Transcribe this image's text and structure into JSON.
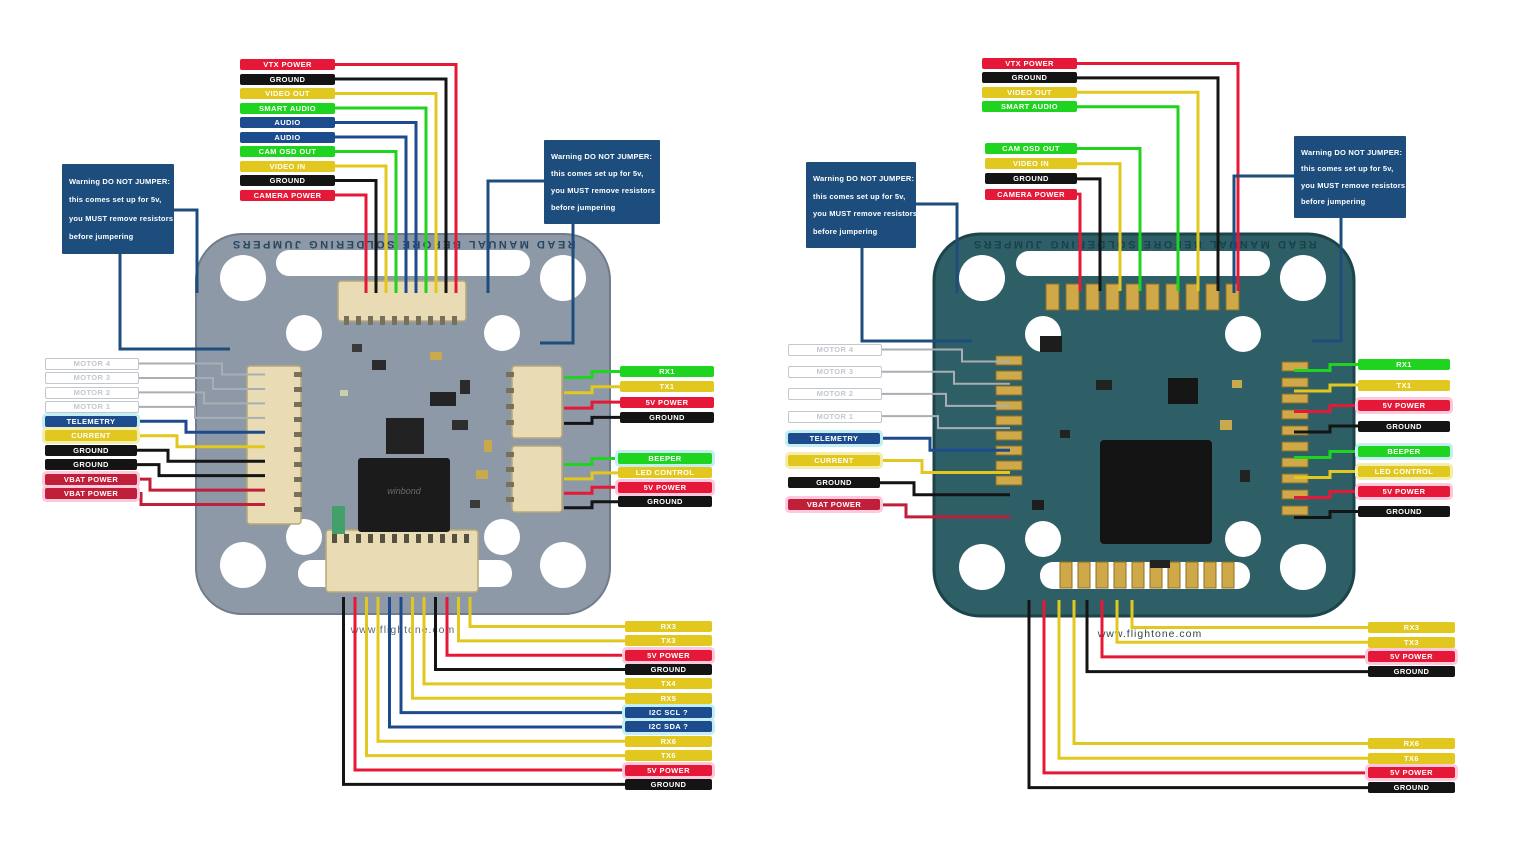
{
  "warning_lines": [
    "Warning DO NOT JUMPER:",
    "this comes set up for 5v,",
    "you MUST remove resistors",
    "before jumpering"
  ],
  "silkscreen": "READ MANUAL BEFORE SOLDERING JUMPERS",
  "watermark": "www.flightone.com",
  "chip_label": "winbond",
  "colors": {
    "red": "#e51937",
    "crimson": "#c01f3a",
    "yellow": "#e2c81e",
    "green": "#1fd41f",
    "blue": "#1c4b8e",
    "black": "#141414",
    "motor_wire": "#a9aeb5",
    "warning_navy": "#1d4d7c",
    "board_left_pcb": "#8d99a6",
    "board_right_pcb": "#2f5f66",
    "pad_gold": "#cfa84a",
    "connector_beige": "#e9dcb4"
  },
  "boards": [
    {
      "name": "left board (connector version)",
      "groups": {
        "top": [
          {
            "label": "VTX POWER",
            "color": "red"
          },
          {
            "label": "GROUND",
            "color": "black"
          },
          {
            "label": "VIDEO OUT",
            "color": "yellow"
          },
          {
            "label": "SMART AUDIO",
            "color": "green"
          },
          {
            "label": "AUDIO",
            "color": "blue"
          },
          {
            "label": "AUDIO",
            "color": "blue"
          },
          {
            "label": "CAM OSD OUT",
            "color": "green"
          },
          {
            "label": "VIDEO IN",
            "color": "yellow"
          },
          {
            "label": "GROUND",
            "color": "black"
          },
          {
            "label": "CAMERA POWER",
            "color": "red"
          }
        ],
        "left": [
          {
            "label": "MOTOR 4",
            "color": "motor"
          },
          {
            "label": "MOTOR 3",
            "color": "motor"
          },
          {
            "label": "MOTOR 2",
            "color": "motor"
          },
          {
            "label": "MOTOR 1",
            "color": "motor"
          },
          {
            "label": "TELEMETRY",
            "color": "blue",
            "glow": "cyan"
          },
          {
            "label": "CURRENT",
            "color": "yellow",
            "glow": "yellow"
          },
          {
            "label": "GROUND",
            "color": "black"
          },
          {
            "label": "GROUND",
            "color": "black"
          },
          {
            "label": "VBAT POWER",
            "color": "crimson",
            "glow": "pink"
          },
          {
            "label": "VBAT POWER",
            "color": "crimson",
            "glow": "pink"
          }
        ],
        "right_a": [
          {
            "label": "RX1",
            "color": "green"
          },
          {
            "label": "TX1",
            "color": "yellow"
          },
          {
            "label": "5V POWER",
            "color": "red"
          },
          {
            "label": "GROUND",
            "color": "black"
          }
        ],
        "right_b": [
          {
            "label": "BEEPER",
            "color": "green",
            "glow": "cyan"
          },
          {
            "label": "LED CONTROL",
            "color": "yellow"
          },
          {
            "label": "5V POWER",
            "color": "red",
            "glow": "pink"
          },
          {
            "label": "GROUND",
            "color": "black"
          }
        ],
        "bottom": [
          {
            "label": "RX3",
            "color": "yellow"
          },
          {
            "label": "TX3",
            "color": "yellow"
          },
          {
            "label": "5V POWER",
            "color": "red",
            "glow": "pink"
          },
          {
            "label": "GROUND",
            "color": "black"
          },
          {
            "label": "TX4",
            "color": "yellow"
          },
          {
            "label": "RX5",
            "color": "yellow"
          },
          {
            "label": "I2C SCL ?",
            "color": "blue",
            "glow": "cyan"
          },
          {
            "label": "I2C SDA ?",
            "color": "blue",
            "glow": "cyan"
          },
          {
            "label": "RX6",
            "color": "yellow"
          },
          {
            "label": "TX6",
            "color": "yellow"
          },
          {
            "label": "5V POWER",
            "color": "red",
            "glow": "pink"
          },
          {
            "label": "GROUND",
            "color": "black"
          }
        ]
      }
    },
    {
      "name": "right board (solder pad version)",
      "groups": {
        "top_a": [
          {
            "label": "VTX POWER",
            "color": "red"
          },
          {
            "label": "GROUND",
            "color": "black"
          },
          {
            "label": "VIDEO OUT",
            "color": "yellow"
          },
          {
            "label": "SMART AUDIO",
            "color": "green"
          }
        ],
        "top_b": [
          {
            "label": "CAM OSD OUT",
            "color": "green"
          },
          {
            "label": "VIDEO IN",
            "color": "yellow"
          },
          {
            "label": "GROUND",
            "color": "black"
          },
          {
            "label": "CAMERA POWER",
            "color": "red"
          }
        ],
        "left": [
          {
            "label": "MOTOR 4",
            "color": "motor"
          },
          {
            "label": "MOTOR 3",
            "color": "motor"
          },
          {
            "label": "MOTOR 2",
            "color": "motor"
          },
          {
            "label": "MOTOR 1",
            "color": "motor"
          },
          {
            "label": "TELEMETRY",
            "color": "blue",
            "glow": "cyan"
          },
          {
            "label": "CURRENT",
            "color": "yellow",
            "glow": "yellow"
          },
          {
            "label": "GROUND",
            "color": "black"
          },
          {
            "label": "VBAT POWER",
            "color": "crimson",
            "glow": "pink"
          }
        ],
        "right_a": [
          {
            "label": "RX1",
            "color": "green"
          },
          {
            "label": "TX1",
            "color": "yellow"
          },
          {
            "label": "5V POWER",
            "color": "red",
            "glow": "pink"
          },
          {
            "label": "GROUND",
            "color": "black"
          }
        ],
        "right_b": [
          {
            "label": "BEEPER",
            "color": "green",
            "glow": "cyan"
          },
          {
            "label": "LED CONTROL",
            "color": "yellow",
            "glow": "yellow"
          },
          {
            "label": "5V POWER",
            "color": "red",
            "glow": "pink"
          },
          {
            "label": "GROUND",
            "color": "black"
          }
        ],
        "bottom_a": [
          {
            "label": "RX3",
            "color": "yellow"
          },
          {
            "label": "TX3",
            "color": "yellow"
          },
          {
            "label": "5V POWER",
            "color": "red",
            "glow": "pink"
          },
          {
            "label": "GROUND",
            "color": "black"
          }
        ],
        "bottom_b": [
          {
            "label": "RX6",
            "color": "yellow"
          },
          {
            "label": "TX6",
            "color": "yellow"
          },
          {
            "label": "5V POWER",
            "color": "red",
            "glow": "pink"
          },
          {
            "label": "GROUND",
            "color": "black"
          }
        ]
      }
    }
  ]
}
